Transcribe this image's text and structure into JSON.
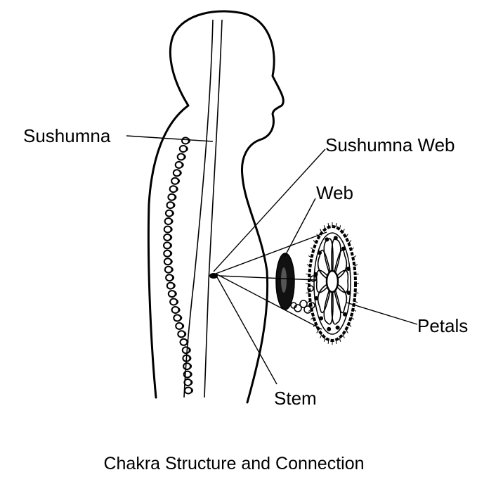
{
  "labels": {
    "sushumna": "Sushumna",
    "sushumna_web": "Sushumna Web",
    "web": "Web",
    "petals": "Petals",
    "stem": "Stem"
  },
  "caption": "Chakra Structure and Connection",
  "colors": {
    "ink": "#000000",
    "background": "#ffffff"
  }
}
